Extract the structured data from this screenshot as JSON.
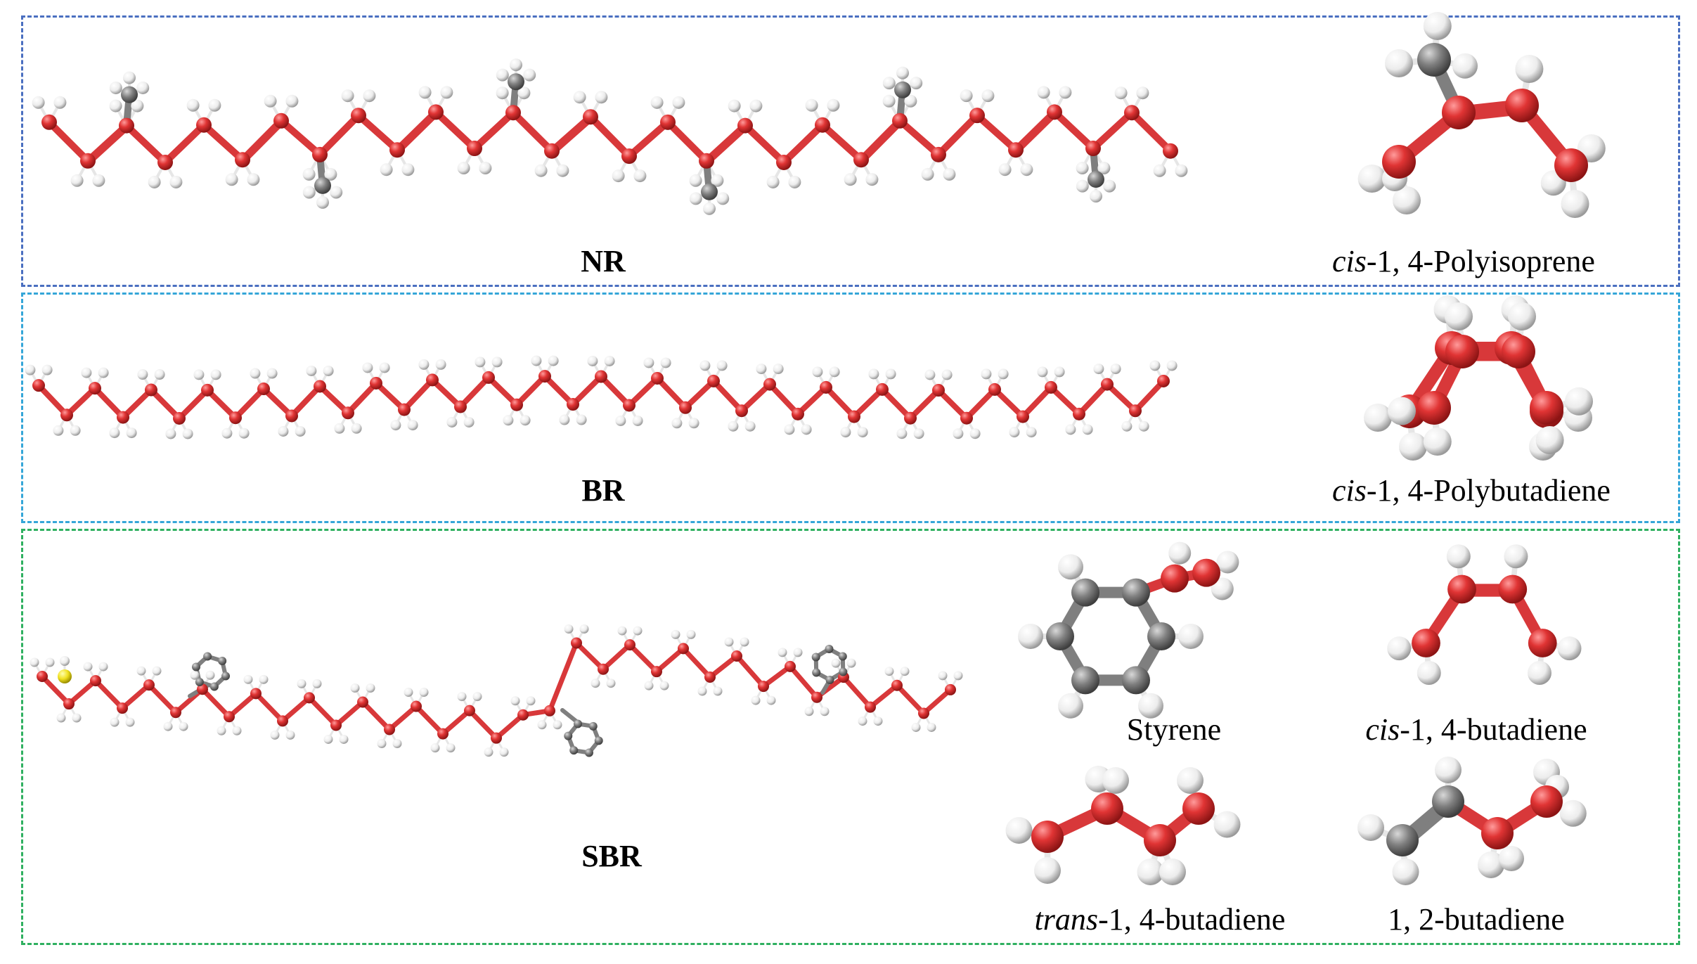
{
  "panels": {
    "nr": {
      "polymer_label": "NR",
      "monomer": {
        "prefix": "cis",
        "rest": "-1, 4-Polyisoprene"
      }
    },
    "br": {
      "polymer_label": "BR",
      "monomer": {
        "prefix": "cis",
        "rest": "-1, 4-Polybutadiene"
      }
    },
    "sbr": {
      "polymer_label": "SBR",
      "units": [
        {
          "prefix": "",
          "rest": "Styrene"
        },
        {
          "prefix": "cis",
          "rest": "-1, 4-butadiene"
        },
        {
          "prefix": "trans",
          "rest": "-1, 4-butadiene"
        },
        {
          "prefix": "",
          "rest": "1, 2-butadiene"
        }
      ]
    }
  },
  "colors": {
    "nr_border": "#4a6fc0",
    "br_border": "#35a6d8",
    "sbr_border": "#2fb060",
    "carbon_chain": "#d8383a",
    "methyl_carbon": "#7f7f7f",
    "hydrogen": "#f2f2f2",
    "sulfur": "#f0e020"
  },
  "icons": [
    "ball-and-stick-molecule"
  ]
}
